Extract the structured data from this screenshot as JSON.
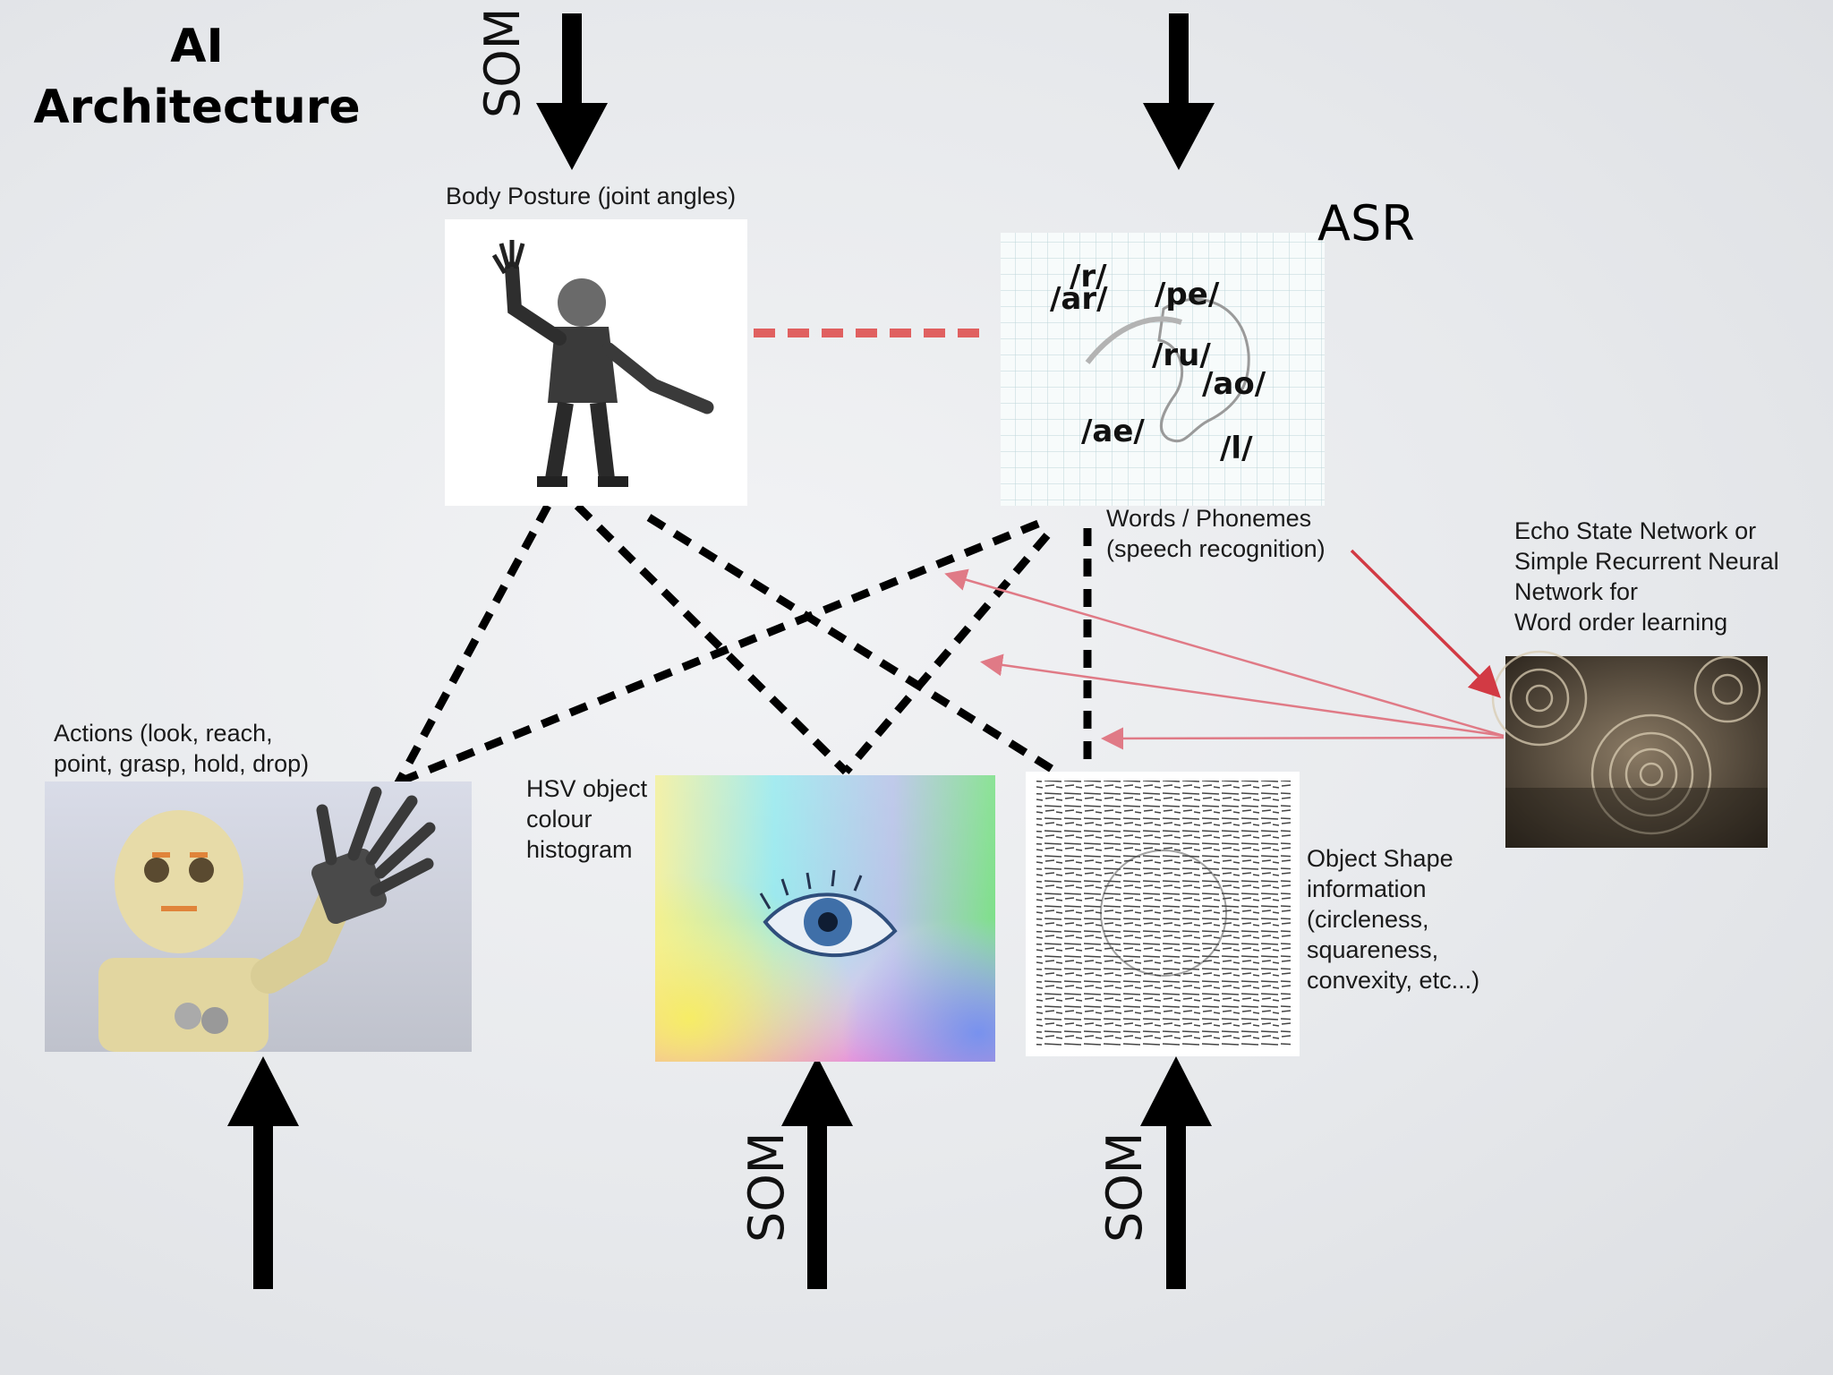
{
  "title": {
    "line1": "AI",
    "line2": "Architecture"
  },
  "asr_label": "ASR",
  "som_label": "SOM",
  "nodes": {
    "body_posture": {
      "label": "Body Posture (joint angles)"
    },
    "words": {
      "label_line1": "Words / Phonemes",
      "label_line2": "(speech recognition)",
      "phonemes": [
        "/r/",
        "/ar/",
        "/pe/",
        "/ru/",
        "/ao/",
        "/ae/",
        "/l/"
      ]
    },
    "echo": {
      "label_lines": [
        "Echo State Network or",
        "Simple Recurrent Neural",
        "Network for",
        "Word order learning"
      ]
    },
    "actions": {
      "label_line1": "Actions (look, reach,",
      "label_line2": "point, grasp, hold, drop)"
    },
    "hsv": {
      "label_lines": [
        "HSV object",
        "colour",
        "histogram"
      ]
    },
    "shape": {
      "label_lines": [
        "Object Shape",
        "information",
        "(circleness,",
        "squareness,",
        "convexity, etc...)"
      ]
    }
  },
  "colors": {
    "dashed_link": "#e06060",
    "arrow_red": "#d23a44",
    "arrow_pink": "#e07a86",
    "black": "#000000"
  }
}
